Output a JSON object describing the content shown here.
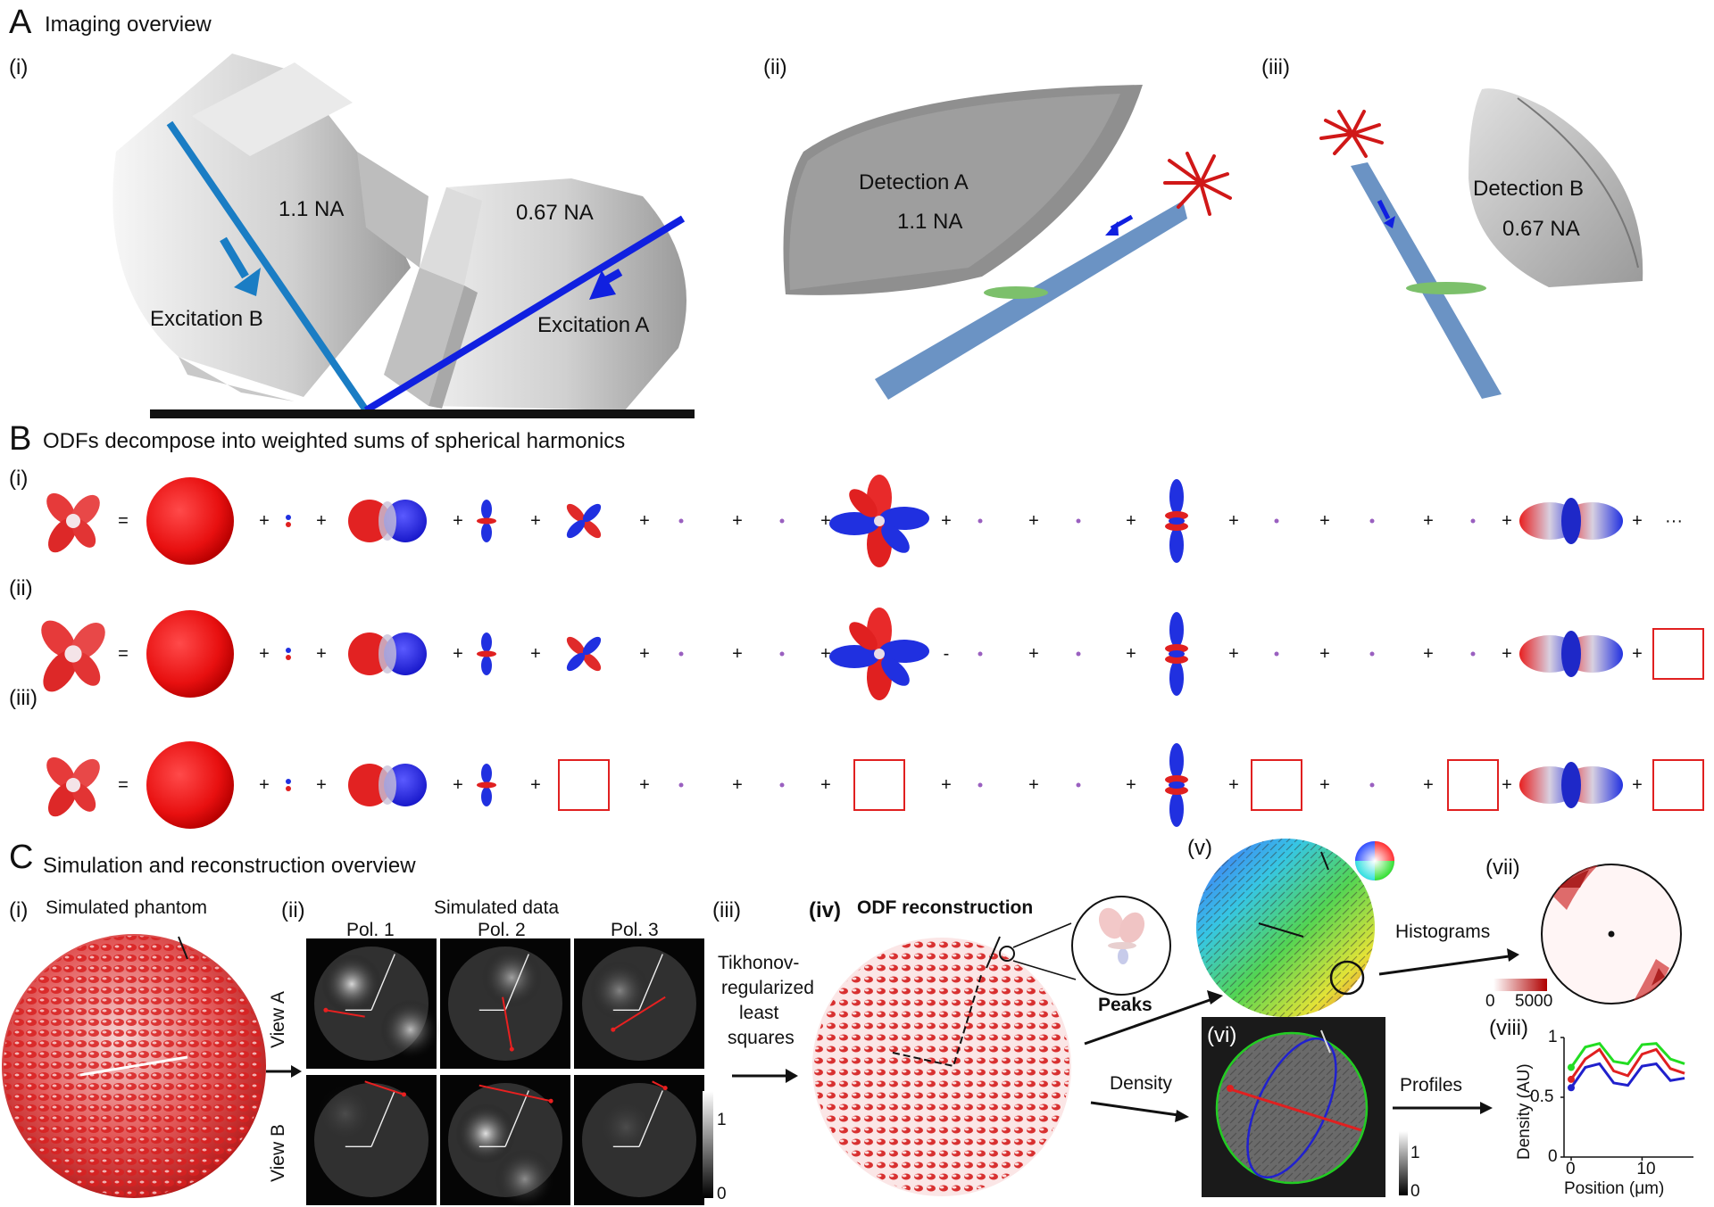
{
  "panelA": {
    "letter": "A",
    "title": "Imaging overview",
    "sub_i": "(i)",
    "sub_ii": "(ii)",
    "sub_iii": "(iii)",
    "na_b": "1.1 NA",
    "na_a": "0.67 NA",
    "excitation_b": "Excitation B",
    "excitation_a": "Excitation A",
    "detection_a": "Detection A",
    "detection_a_na": "1.1 NA",
    "detection_b": "Detection B",
    "detection_b_na": "0.67 NA"
  },
  "panelB": {
    "letter": "B",
    "title": "ODFs decompose into weighted sums of spherical harmonics",
    "row_labels": [
      "(i)",
      "(ii)",
      "(iii)"
    ],
    "equals": "=",
    "plus": "+",
    "minus": "-",
    "ellipsis": "···"
  },
  "panelC": {
    "letter": "C",
    "title": "Simulation and reconstruction overview",
    "i_label": "(i)",
    "i_title": "Simulated phantom",
    "ii_label": "(ii)",
    "ii_title": "Simulated data",
    "pols": [
      "Pol. 1",
      "Pol. 2",
      "Pol. 3"
    ],
    "views": [
      "View A",
      "View B"
    ],
    "colorbar_max": "1",
    "colorbar_min": "0",
    "iii_label": "(iii)",
    "iii_text": [
      "Tikhonov-",
      "regularized",
      "least",
      "squares"
    ],
    "iv_label": "(iv)",
    "iv_title": "ODF reconstruction",
    "peaks": "Peaks",
    "density": "Density",
    "v_label": "(v)",
    "histograms": "Histograms",
    "vi_label": "(vi)",
    "vi_cb_max": "1",
    "vi_cb_min": "0",
    "profiles": "Profiles",
    "vii_label": "(vii)",
    "hist_cb_min": "0",
    "hist_cb_max": "5000",
    "viii_label": "(viii)",
    "plot_ylabel": "Density (AU)",
    "plot_xlabel": "Position (μm)",
    "plot_yticks": [
      "1",
      "0.5",
      "0"
    ],
    "plot_xticks": [
      "0",
      "10"
    ]
  },
  "colors": {
    "excitation_b_beam": "#1a7dc4",
    "excitation_a_beam": "#1020e0",
    "lobe_red": "#e81818",
    "lobe_blue": "#1a22d8",
    "highlight_box": "#e02020",
    "profile_green": "#22dd22",
    "profile_red": "#e02020",
    "profile_blue": "#2020cc"
  },
  "chart_data": {
    "type": "line",
    "x": [
      0,
      2,
      4,
      6,
      8,
      10,
      12,
      14,
      16
    ],
    "series": [
      {
        "values": [
          0.75,
          0.92,
          0.95,
          0.8,
          0.78,
          0.94,
          0.95,
          0.82,
          0.78
        ]
      },
      {
        "values": [
          0.65,
          0.82,
          0.9,
          0.72,
          0.68,
          0.86,
          0.9,
          0.74,
          0.7
        ]
      },
      {
        "values": [
          0.58,
          0.75,
          0.78,
          0.62,
          0.6,
          0.76,
          0.78,
          0.64,
          0.66
        ]
      }
    ],
    "xlabel": "Position (μm)",
    "ylabel": "Density (AU)",
    "xlim": [
      0,
      17
    ],
    "ylim": [
      0,
      1
    ]
  }
}
